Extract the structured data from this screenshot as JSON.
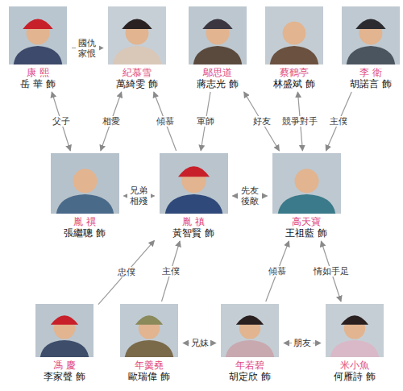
{
  "diagram": {
    "nodes": [
      {
        "text": [
          "康 熙",
          "岳 華 飾"
        ]
      },
      {
        "text": [
          "紀慕雪",
          "萬綺雯 飾"
        ]
      },
      {
        "text": [
          "鄔思道",
          "蔣志光 飾"
        ]
      },
      {
        "text": [
          "蔡鶴亭",
          "林盛斌 飾"
        ]
      },
      {
        "text": [
          "李 衛",
          "胡諾言 飾"
        ]
      },
      {
        "text": [
          "胤 禩",
          "張繼聰 飾"
        ]
      },
      {
        "text": [
          "胤 禛",
          "黃智賢 飾"
        ]
      },
      {
        "text": [
          "高天寶",
          "王祖藍 飾"
        ]
      },
      {
        "text": [
          "馮 慶",
          "李家聲 飾"
        ]
      },
      {
        "text": [
          "年羹堯",
          "歐瑞偉 飾"
        ]
      },
      {
        "text": [
          "年若碧",
          "胡定欣 飾"
        ]
      },
      {
        "text": [
          "米小魚",
          "何雁詩 飾"
        ]
      }
    ],
    "edges": [
      {
        "from": 0,
        "to": 1,
        "label": "國仇 家恨",
        "arrow": "to"
      },
      {
        "from": 0,
        "to": 5,
        "label": "父子",
        "arrow": "both"
      },
      {
        "from": 1,
        "to": 5,
        "label": "相愛",
        "arrow": "both"
      },
      {
        "from": 6,
        "to": 1,
        "label": "傾慕",
        "arrow": "to"
      },
      {
        "from": 2,
        "to": 6,
        "label": "軍師",
        "arrow": "to"
      },
      {
        "from": 2,
        "to": 7,
        "label": "好友",
        "arrow": "both"
      },
      {
        "from": 3,
        "to": 7,
        "label": "競爭對手",
        "arrow": "both"
      },
      {
        "from": 4,
        "to": 7,
        "label": "主僕",
        "arrow": "to"
      },
      {
        "from": 5,
        "to": 6,
        "label": "兄弟 相殘",
        "arrow": "both"
      },
      {
        "from": 6,
        "to": 7,
        "label": "先友 後敵",
        "arrow": "both"
      },
      {
        "from": 8,
        "to": 6,
        "label": "忠僕",
        "arrow": "to"
      },
      {
        "from": 9,
        "to": 6,
        "label": "主僕",
        "arrow": "to"
      },
      {
        "from": 9,
        "to": 10,
        "label": "兄妹",
        "arrow": "both"
      },
      {
        "from": 10,
        "to": 7,
        "label": "傾慕",
        "arrow": "to"
      },
      {
        "from": 7,
        "to": 11,
        "label": "情如手足",
        "arrow": "both"
      },
      {
        "from": 10,
        "to": 11,
        "label": "朋友",
        "arrow": "both"
      }
    ]
  }
}
